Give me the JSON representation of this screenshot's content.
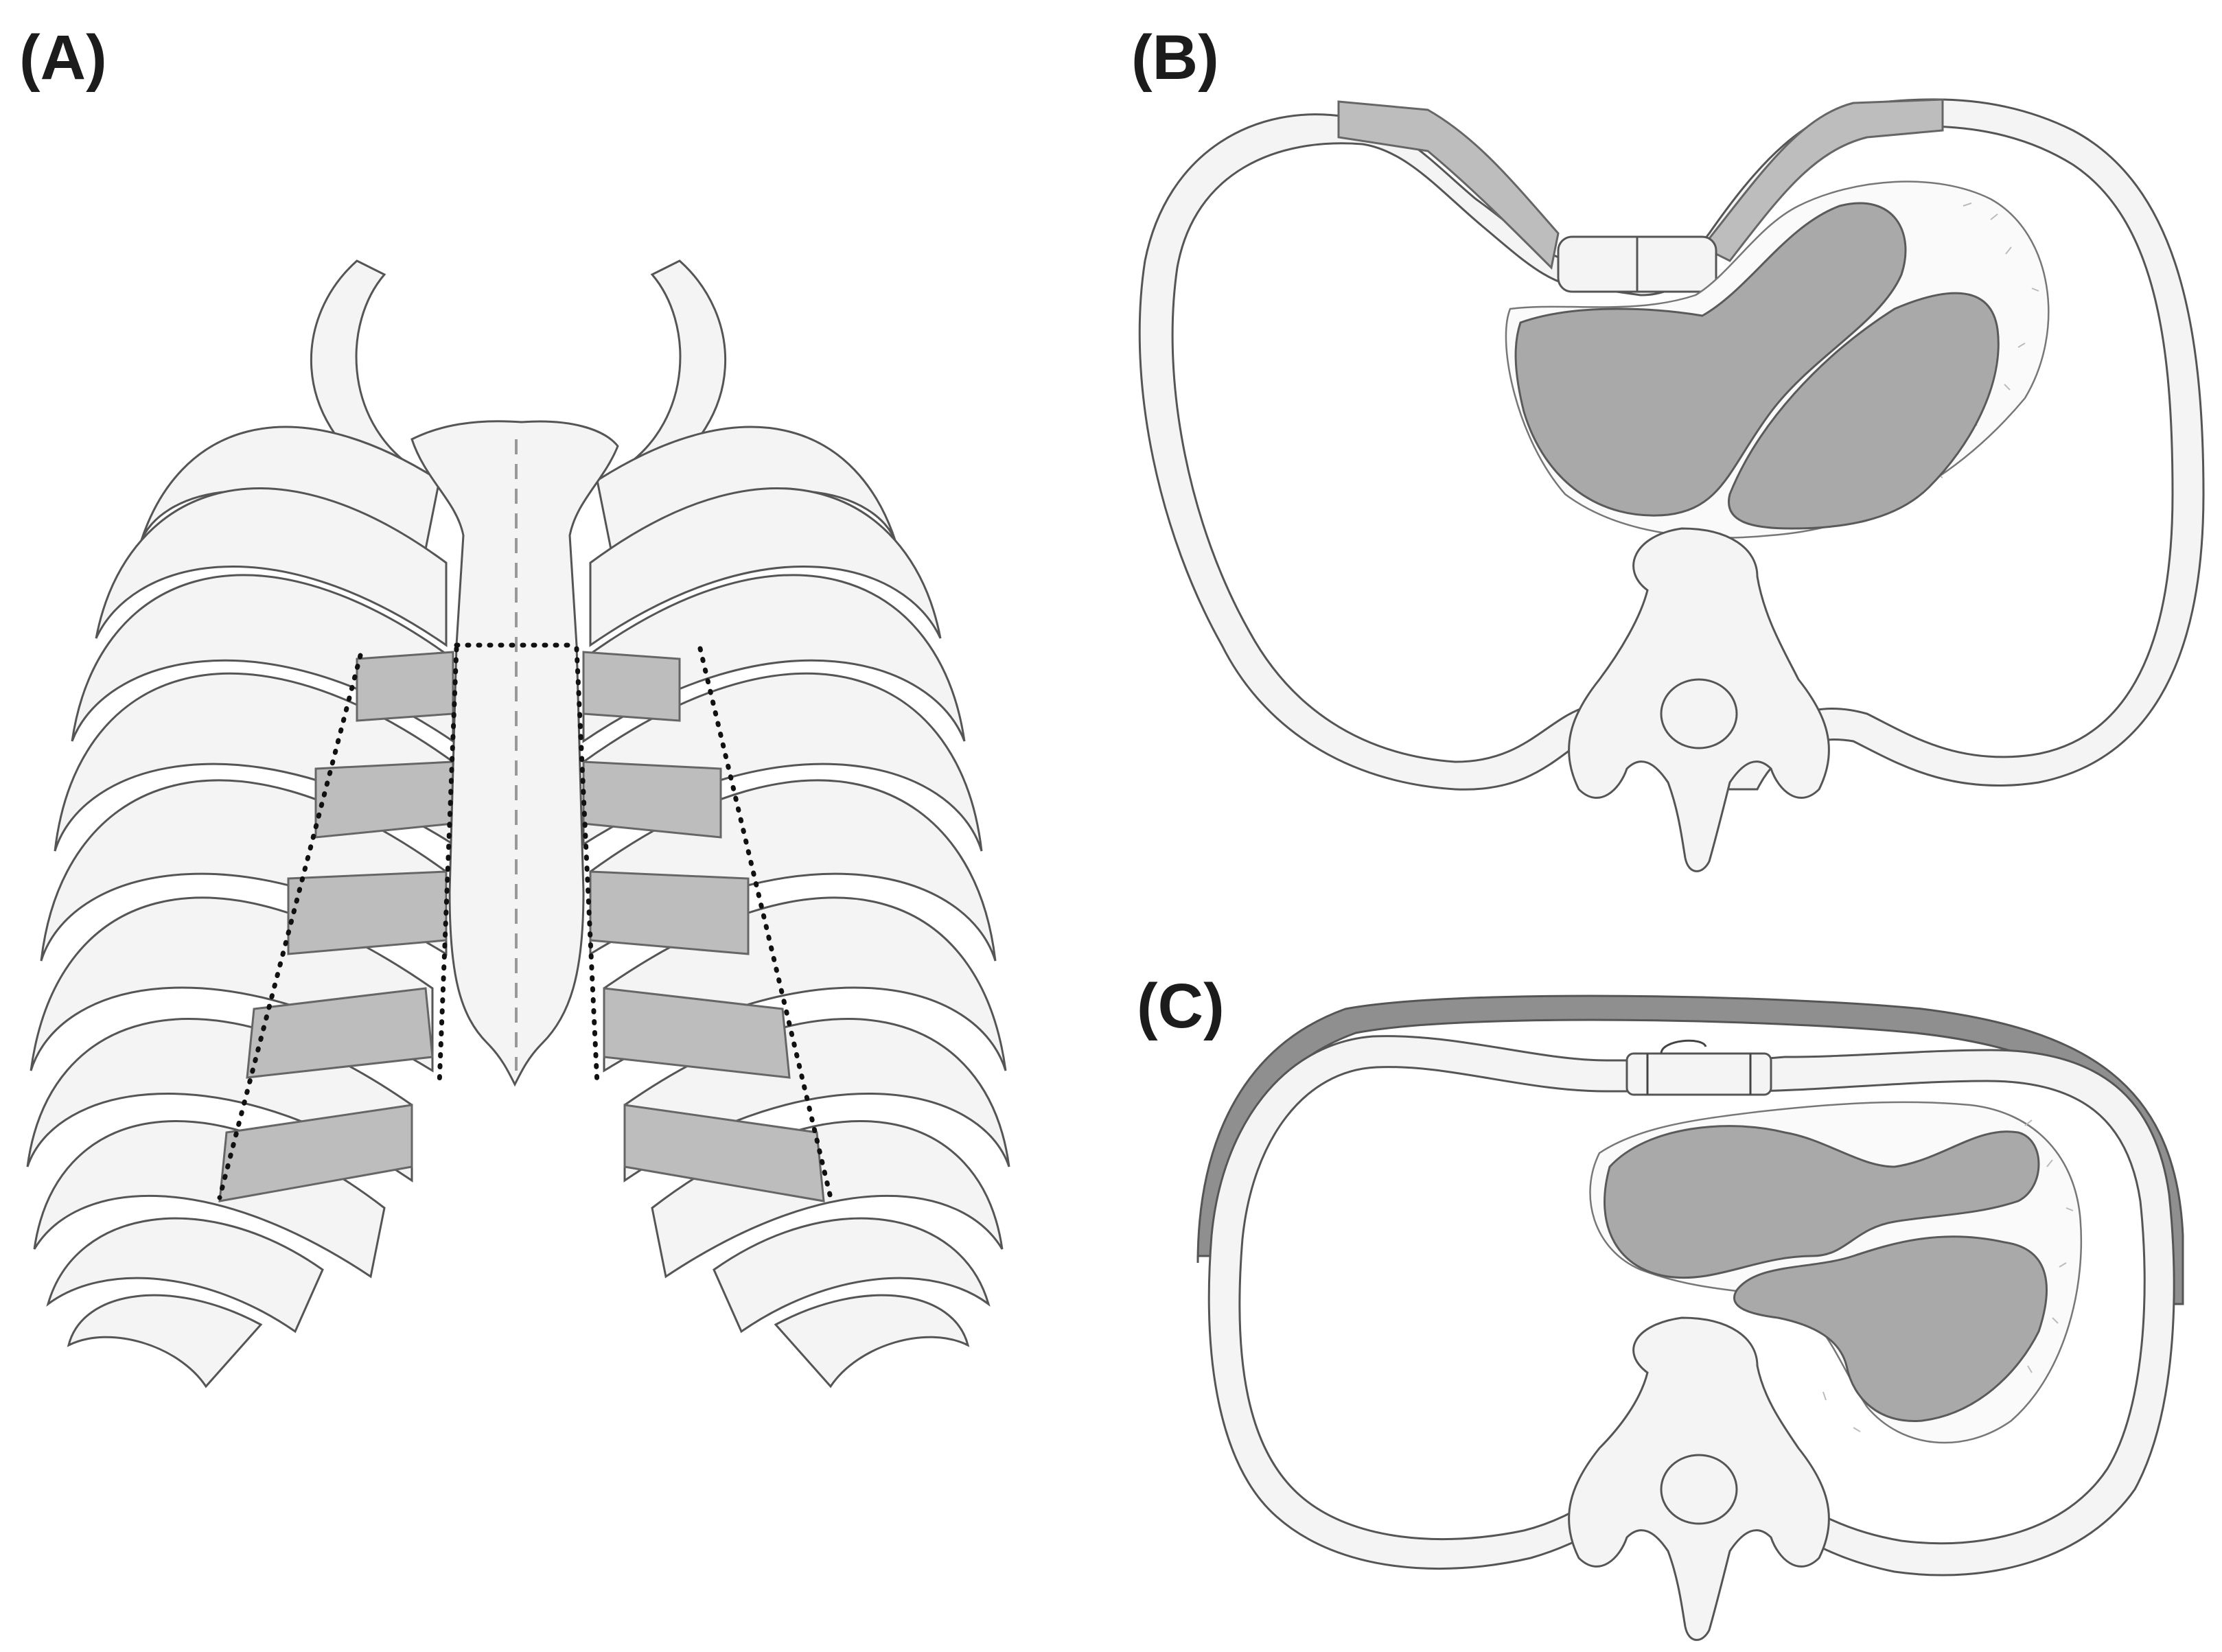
{
  "panels": {
    "a": {
      "label": "(A)"
    },
    "b": {
      "label": "(B)"
    },
    "c": {
      "label": "(C)"
    }
  },
  "colors": {
    "bone": "#f4f4f4",
    "outline": "#555555",
    "cartilage": "#bdbdbd",
    "lung": "#a9a9a9",
    "bar": "#8f8f8f",
    "label": "#1c1c1c"
  }
}
